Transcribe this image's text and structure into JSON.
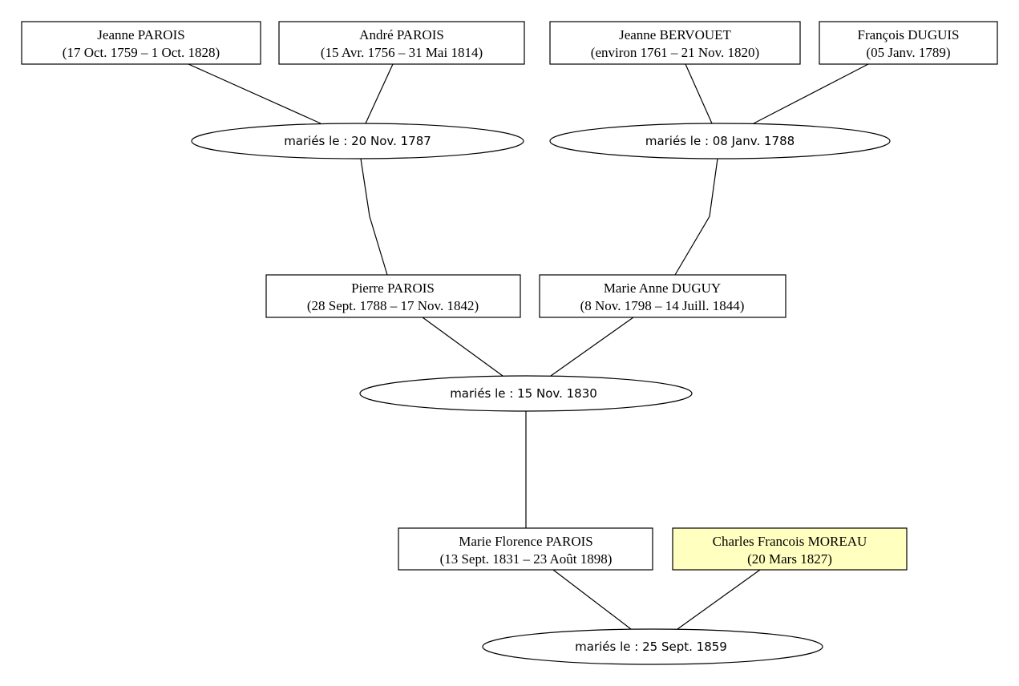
{
  "colors": {
    "default_box": "#ffffff",
    "highlight_box": "#ffffc0",
    "line": "#000000"
  },
  "people": [
    {
      "id": "jeanne-parois",
      "name": "Jeanne PAROIS",
      "dates": "(17 Oct. 1759 – 1 Oct. 1828)"
    },
    {
      "id": "andre-parois",
      "name": "André PAROIS",
      "dates": "(15 Avr. 1756 – 31 Mai 1814)"
    },
    {
      "id": "jeanne-bervouet",
      "name": "Jeanne BERVOUET",
      "dates": "(environ 1761 – 21 Nov. 1820)"
    },
    {
      "id": "francois-duguis",
      "name": "François DUGUIS",
      "dates": "(05 Janv. 1789)"
    },
    {
      "id": "pierre-parois",
      "name": "Pierre PAROIS",
      "dates": "(28 Sept. 1788 – 17 Nov. 1842)"
    },
    {
      "id": "marie-anne-duguy",
      "name": "Marie Anne DUGUY",
      "dates": "(8 Nov. 1798 – 14 Juill. 1844)"
    },
    {
      "id": "marie-florence-parois",
      "name": "Marie Florence PAROIS",
      "dates": "(13 Sept. 1831 – 23 Août 1898)"
    },
    {
      "id": "charles-francois-moreau",
      "name": "Charles Francois MOREAU",
      "dates": "(20 Mars 1827)",
      "highlight": true
    }
  ],
  "unions": [
    {
      "id": "union-1787",
      "label": "mariés le : 20 Nov. 1787"
    },
    {
      "id": "union-1788",
      "label": "mariés le : 08 Janv. 1788"
    },
    {
      "id": "union-1830",
      "label": "mariés le : 15 Nov. 1830"
    },
    {
      "id": "union-1859",
      "label": "mariés le : 25 Sept. 1859"
    }
  ]
}
